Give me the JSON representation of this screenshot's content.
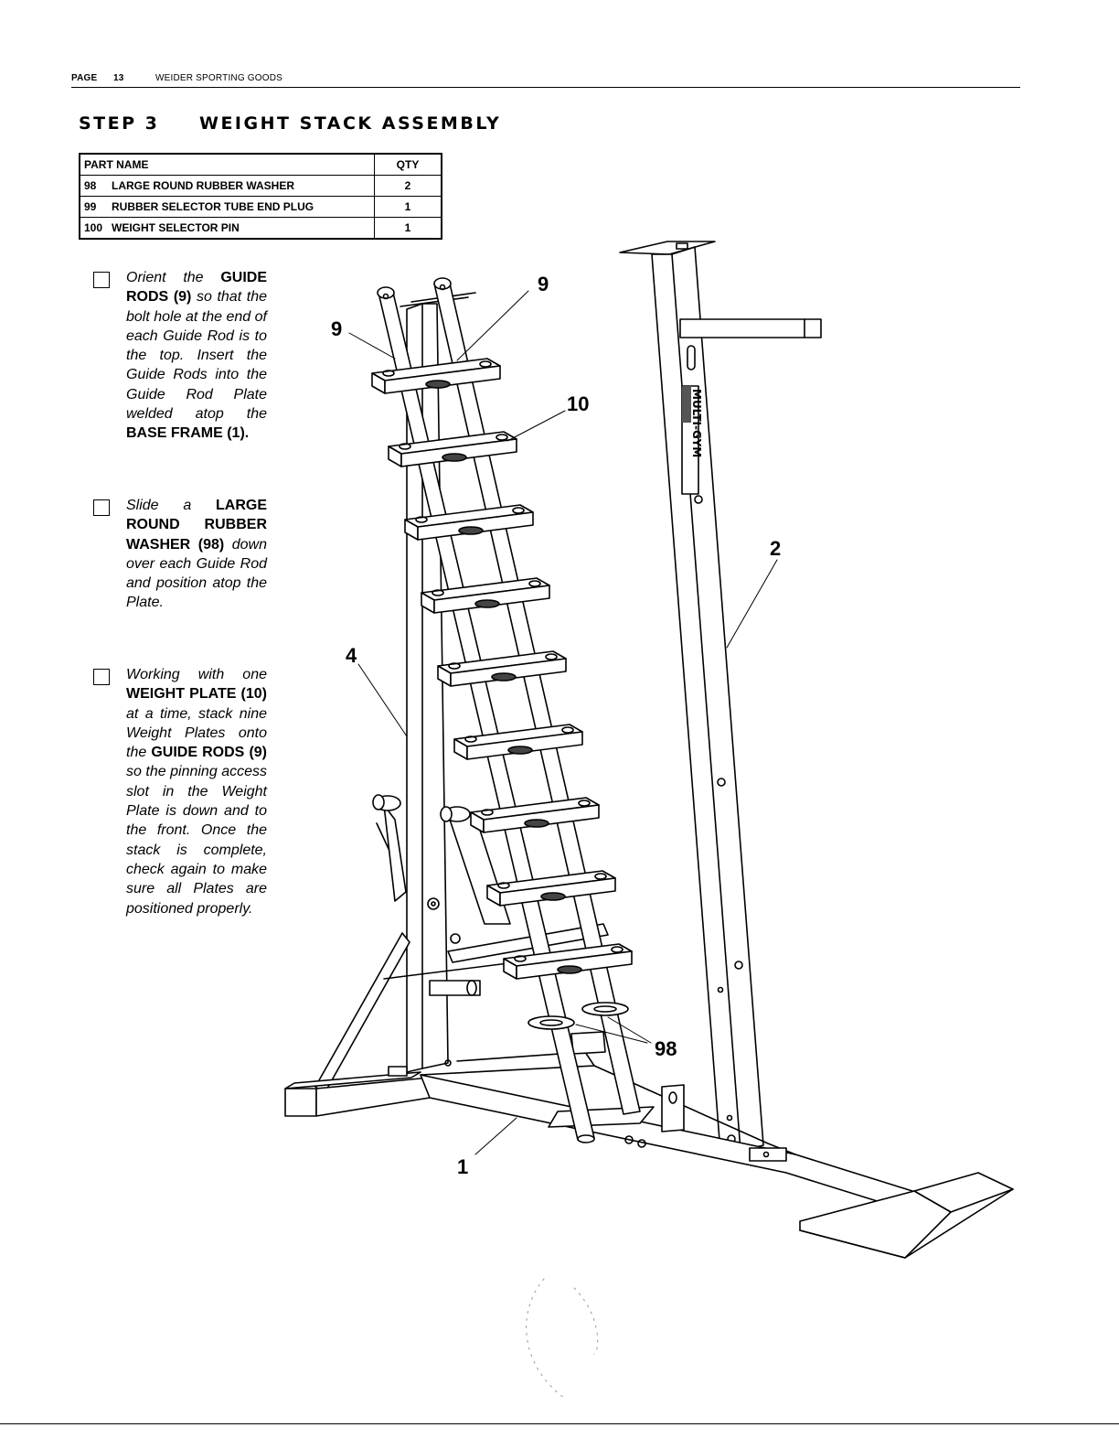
{
  "header": {
    "page_label": "PAGE",
    "page_number": "13",
    "company": "WEIDER SPORTING GOODS"
  },
  "step": {
    "label": "STEP 3",
    "title": "WEIGHT STACK ASSEMBLY"
  },
  "parts_table": {
    "col_name": "PART NAME",
    "col_qty": "QTY",
    "rows": [
      {
        "num": "98",
        "name": "LARGE ROUND RUBBER WASHER",
        "qty": "2"
      },
      {
        "num": "99",
        "name": "RUBBER SELECTOR TUBE END PLUG",
        "qty": "1"
      },
      {
        "num": "100",
        "name": "WEIGHT SELECTOR PIN",
        "qty": "1"
      }
    ]
  },
  "instructions": [
    {
      "segments": [
        {
          "t": "Orient the ",
          "b": false
        },
        {
          "t": "GUIDE RODS (9)",
          "b": true
        },
        {
          "t": " so that the bolt hole at the end of each Guide Rod is to the top. Insert the Guide Rods into the Guide Rod Plate welded atop the ",
          "b": false
        },
        {
          "t": "BASE FRAME (1).",
          "b": true
        }
      ]
    },
    {
      "segments": [
        {
          "t": "Slide a ",
          "b": false
        },
        {
          "t": "LARGE ROUND RUBBER WASHER (98)",
          "b": true
        },
        {
          "t": " down over each Guide Rod and position atop the Plate.",
          "b": false
        }
      ]
    },
    {
      "segments": [
        {
          "t": "Working with one ",
          "b": false
        },
        {
          "t": "WEIGHT PLATE (10)",
          "b": true
        },
        {
          "t": " at a time, stack nine Weight Plates onto the ",
          "b": false
        },
        {
          "t": "GUIDE RODS (9)",
          "b": true
        },
        {
          "t": " so the pinning access slot in the Weight Plate is down and to the front. Once the stack is complete, check again to make sure all Plates are positioned properly.",
          "b": false
        }
      ]
    }
  ],
  "figure": {
    "callouts": {
      "c9a": "9",
      "c9b": "9",
      "c10": "10",
      "c2": "2",
      "c4": "4",
      "c98": "98",
      "c1": "1"
    },
    "brand": "MULTI-GYM"
  }
}
